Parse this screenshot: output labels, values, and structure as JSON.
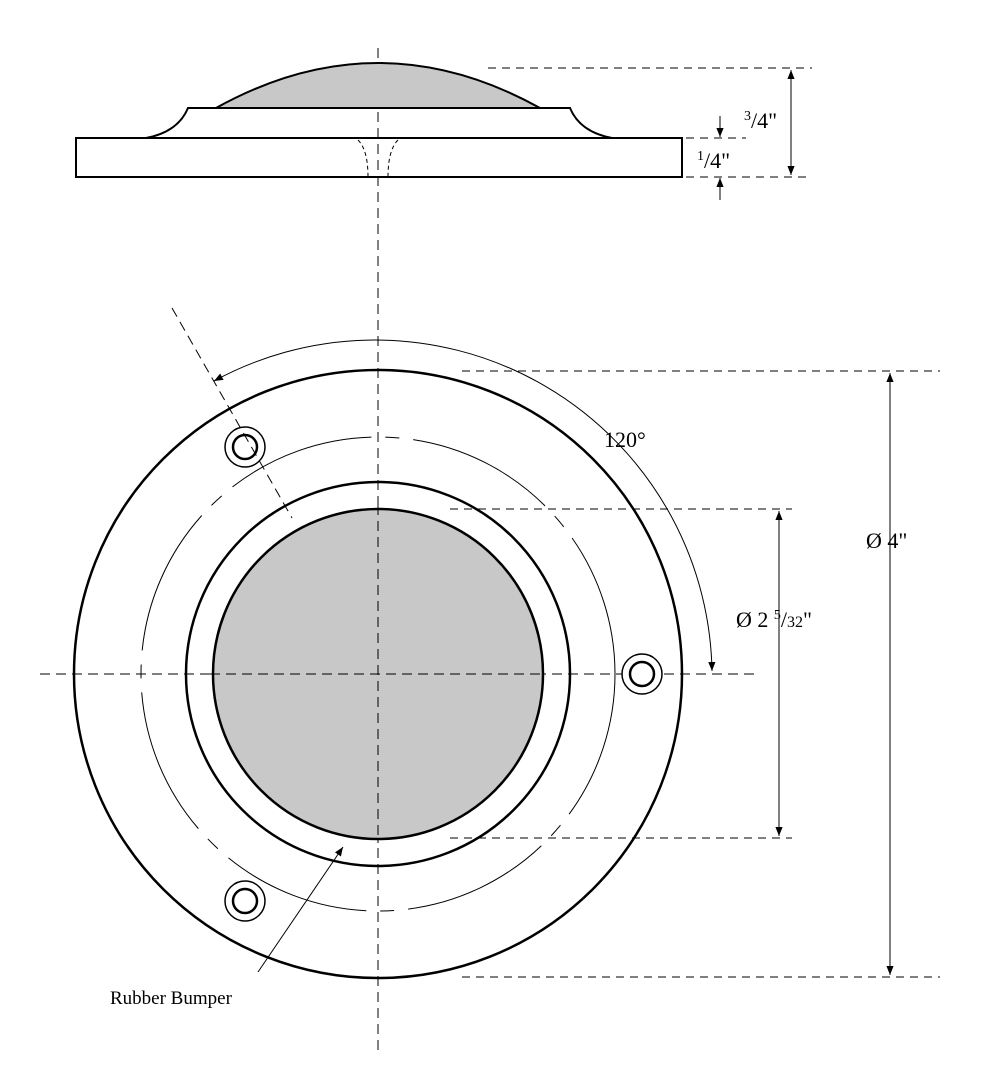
{
  "colors": {
    "line": "#000000",
    "bumper_fill": "#c8c8c8",
    "background": "#ffffff"
  },
  "side_view": {
    "height_dim": {
      "num": "3",
      "den": "4",
      "unit": "\""
    },
    "plate_dim": {
      "num": "1",
      "den": "4",
      "unit": "\""
    }
  },
  "top_view": {
    "angle_label": "120°",
    "outer_dia": {
      "symbol": "Ø",
      "value": "4",
      "unit": "\""
    },
    "inner_dia": {
      "symbol": "Ø",
      "whole": "2",
      "num": "5",
      "den": "32",
      "unit": "\""
    },
    "callout": "Rubber Bumper"
  }
}
